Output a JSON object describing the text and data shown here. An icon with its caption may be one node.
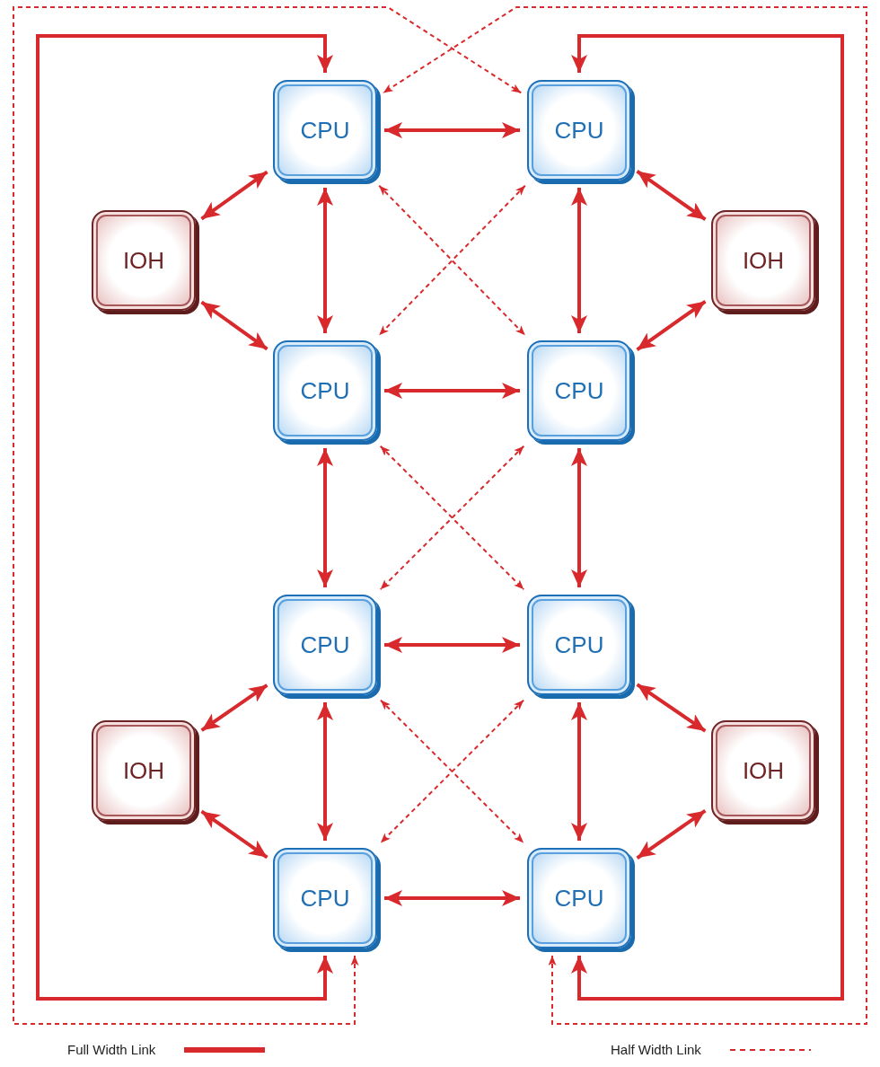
{
  "diagram": {
    "nodes": [
      {
        "text": [
          "CPU"
        ]
      },
      {
        "text": [
          "CPU"
        ]
      },
      {
        "text": [
          "IOH"
        ]
      },
      {
        "text": [
          "IOH"
        ]
      },
      {
        "text": [
          "CPU"
        ]
      },
      {
        "text": [
          "CPU"
        ]
      },
      {
        "text": [
          "CPU"
        ]
      },
      {
        "text": [
          "CPU"
        ]
      },
      {
        "text": [
          "IOH"
        ]
      },
      {
        "text": [
          "IOH"
        ]
      },
      {
        "text": [
          "CPU"
        ]
      },
      {
        "text": [
          "CPU"
        ]
      }
    ],
    "edges": [
      {
        "from": 0,
        "to": 1,
        "arrow": "both"
      },
      {
        "from": 2,
        "to": 0,
        "arrow": "both"
      },
      {
        "from": 3,
        "to": 1,
        "arrow": "both"
      },
      {
        "from": 0,
        "to": 4,
        "arrow": "both"
      },
      {
        "from": 1,
        "to": 5,
        "arrow": "both"
      },
      {
        "from": 0,
        "to": 5,
        "arrow": "both",
        "style": "dashed"
      },
      {
        "from": 1,
        "to": 4,
        "arrow": "both",
        "style": "dashed"
      },
      {
        "from": 2,
        "to": 4,
        "arrow": "both"
      },
      {
        "from": 3,
        "to": 5,
        "arrow": "both"
      },
      {
        "from": 4,
        "to": 5,
        "arrow": "both"
      },
      {
        "from": 4,
        "to": 6,
        "arrow": "both"
      },
      {
        "from": 5,
        "to": 7,
        "arrow": "both"
      },
      {
        "from": 4,
        "to": 7,
        "arrow": "both",
        "style": "dashed"
      },
      {
        "from": 5,
        "to": 6,
        "arrow": "both",
        "style": "dashed"
      },
      {
        "from": 6,
        "to": 7,
        "arrow": "both"
      },
      {
        "from": 8,
        "to": 6,
        "arrow": "both"
      },
      {
        "from": 9,
        "to": 7,
        "arrow": "both"
      },
      {
        "from": 6,
        "to": 10,
        "arrow": "both"
      },
      {
        "from": 7,
        "to": 11,
        "arrow": "both"
      },
      {
        "from": 6,
        "to": 11,
        "arrow": "both",
        "style": "dashed"
      },
      {
        "from": 7,
        "to": 10,
        "arrow": "both",
        "style": "dashed"
      },
      {
        "from": 8,
        "to": 10,
        "arrow": "both"
      },
      {
        "from": 9,
        "to": 11,
        "arrow": "both"
      },
      {
        "from": 10,
        "to": 11,
        "arrow": "both"
      },
      {
        "from": 10,
        "to": 0,
        "arrow": "both"
      },
      {
        "from": 11,
        "to": 1,
        "arrow": "both"
      },
      {
        "from": 10,
        "to": 1,
        "arrow": "both",
        "style": "dashed"
      },
      {
        "from": 11,
        "to": 0,
        "arrow": "both",
        "style": "dashed"
      }
    ],
    "legend": [
      {
        "text": "Full Width Link"
      },
      {
        "text": "Half Width Link"
      }
    ]
  }
}
